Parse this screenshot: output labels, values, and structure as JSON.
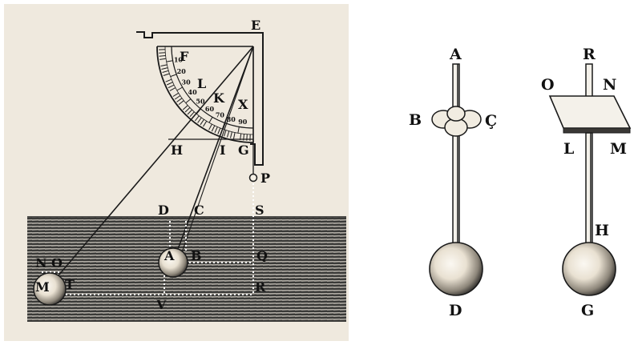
{
  "colors": {
    "paper": "#efe9de",
    "ink": "#1a1a1a",
    "background": "#ffffff"
  },
  "left_figure": {
    "labels": {
      "E": "E",
      "F": "F",
      "L": "L",
      "K": "K",
      "X": "X",
      "H": "H",
      "I": "I",
      "G": "G",
      "P": "P",
      "D": "D",
      "C": "C",
      "S": "S",
      "N": "N",
      "O": "O",
      "A": "A",
      "B": "B",
      "Q": "Q",
      "M": "M",
      "T": "T",
      "V": "V",
      "R": "R"
    },
    "scale_numbers": [
      "10",
      "20",
      "30",
      "40",
      "50",
      "60",
      "70",
      "80",
      "90"
    ]
  },
  "middle_figure": {
    "labels": {
      "A": "A",
      "B": "B",
      "C": "Ç",
      "D": "D"
    }
  },
  "right_figure": {
    "labels": {
      "R": "R",
      "O": "O",
      "N": "N",
      "L": "L",
      "M": "M",
      "H": "H",
      "G": "G"
    }
  }
}
